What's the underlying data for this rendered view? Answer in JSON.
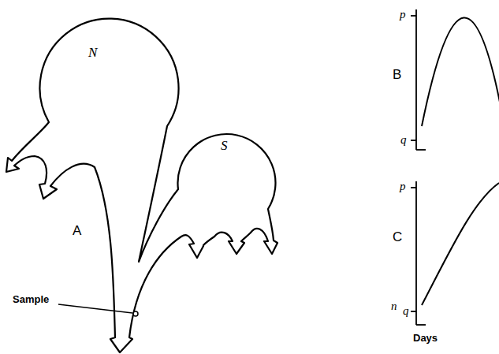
{
  "diagram": {
    "labels": [
      "N",
      "S",
      "A",
      "Sample",
      "B",
      "p",
      "q",
      "C",
      "p",
      "n",
      "q",
      "Days"
    ]
  }
}
